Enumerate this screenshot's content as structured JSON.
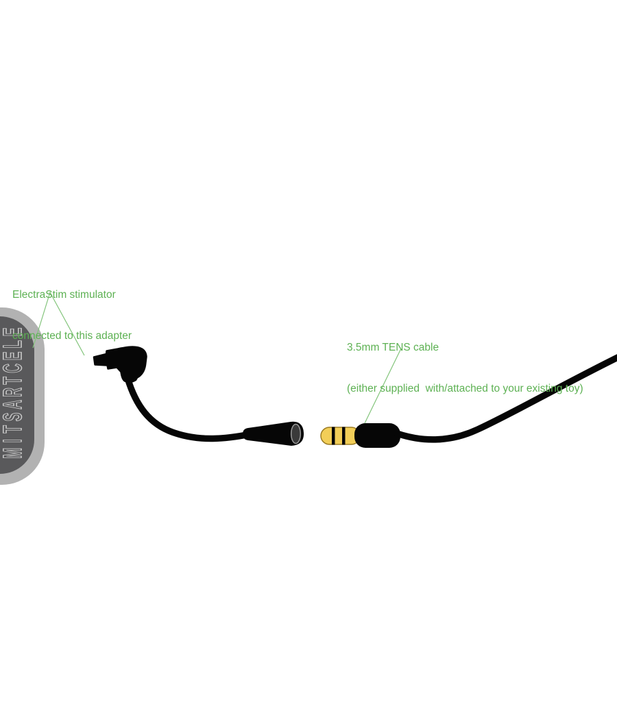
{
  "annotations": {
    "stimulator": {
      "line1": "ElectraStim stimulator",
      "line2": "connected to this adapter"
    },
    "tens": {
      "line1": "3.5mm TENS cable",
      "line2": "(either supplied  with/attached to your existing toy)"
    }
  },
  "device": {
    "label": "ELECTRASTIM"
  },
  "colors": {
    "annotation_green": "#5db153",
    "pointer_green": "#82c47a",
    "cable_black": "#060606",
    "plug_gold": "#f2ce58",
    "plug_gold_outline": "#9b7b22",
    "device_outer_gray": "#b2b2b2",
    "device_inner_gray": "#59595b",
    "device_text_outline": "#c8c8c8",
    "jack_opening_fill": "#3a3a3a",
    "jack_opening_rim": "#9a9a9a",
    "background": "#ffffff"
  }
}
